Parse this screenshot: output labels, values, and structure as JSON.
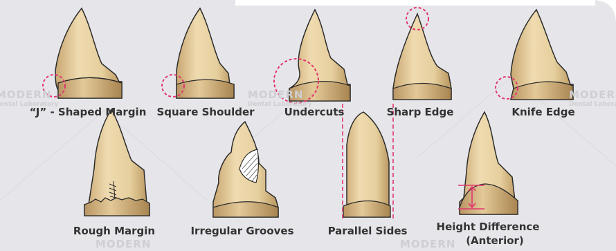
{
  "colors": {
    "background_panel": "#e6e6ea",
    "tooth_fill": "#e9d3a3",
    "tooth_shade": "#c3a16a",
    "outline": "#2b2b2b",
    "highlight": "#e2356e",
    "label_text": "#333333",
    "watermark": "#cfcfd3"
  },
  "watermarks": {
    "brand_word": "MODERN",
    "brand_sub": "Dental Laboratory"
  },
  "labels": {
    "j_shaped_margin": "“J” - Shaped Margin",
    "square_shoulder": "Square Shoulder",
    "undercuts": "Undercuts",
    "sharp_edge": "Sharp Edge",
    "knife_edge": "Knife Edge",
    "rough_margin": "Rough Margin",
    "irregular_grooves": "Irregular Grooves",
    "parallel_sides": "Parallel Sides",
    "height_difference": "Height Difference",
    "height_difference_sub": "(Anterior)"
  }
}
